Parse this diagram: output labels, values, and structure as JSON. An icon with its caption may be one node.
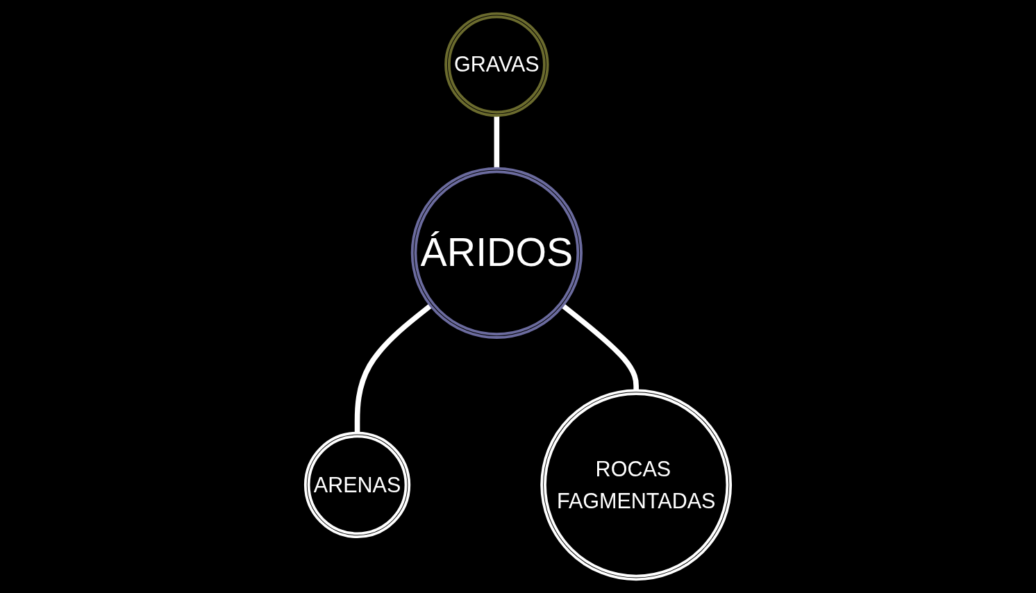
{
  "diagram": {
    "nodes": [
      {
        "text": [
          "GRAVAS"
        ]
      },
      {
        "text": [
          "ÁRIDOS"
        ]
      },
      {
        "text": [
          "ARENAS"
        ]
      },
      {
        "text": [
          "ROCAS FAGMENTADAS"
        ]
      }
    ],
    "edges": [
      {
        "from": 0,
        "to": 1,
        "arrow": "none"
      },
      {
        "from": 1,
        "to": 2,
        "arrow": "none"
      },
      {
        "from": 1,
        "to": 3,
        "arrow": "none"
      }
    ]
  }
}
